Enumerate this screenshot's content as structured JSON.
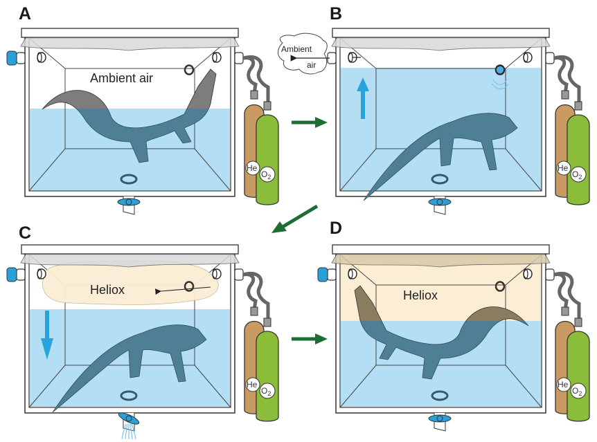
{
  "figure": {
    "colors": {
      "water": "#b3def3",
      "heliox": "#fbeed5",
      "gator_water": "#4f7f95",
      "gator_air": "#7d7d7d",
      "gator_heliox": "#8b7d60",
      "arrow_green": "#1c6e34",
      "flow_arrow_blue": "#29a3db",
      "valve_blue": "#2b9fd8",
      "he_tank": "#c99a62",
      "o2_tank": "#8bbd3a"
    },
    "panels": [
      {
        "letter": "A",
        "gas_label": "Ambient air",
        "state": "water partially filled, animal breathing ambient air",
        "tank_labels": {
          "he": "He",
          "o2": "O",
          "o2_sub": "2"
        }
      },
      {
        "letter": "B",
        "vent_label_line1": "Ambient",
        "vent_label_line2": "air",
        "state": "water filling up, air vented out",
        "tank_labels": {
          "he": "He",
          "o2": "O",
          "o2_sub": "2"
        }
      },
      {
        "letter": "C",
        "gas_label": "Heliox",
        "state": "heliox introduced, water draining",
        "tank_labels": {
          "he": "He",
          "o2": "O",
          "o2_sub": "2"
        }
      },
      {
        "letter": "D",
        "gas_label": "Heliox",
        "state": "animal breathing heliox",
        "tank_labels": {
          "he": "He",
          "o2": "O",
          "o2_sub": "2"
        }
      }
    ]
  }
}
